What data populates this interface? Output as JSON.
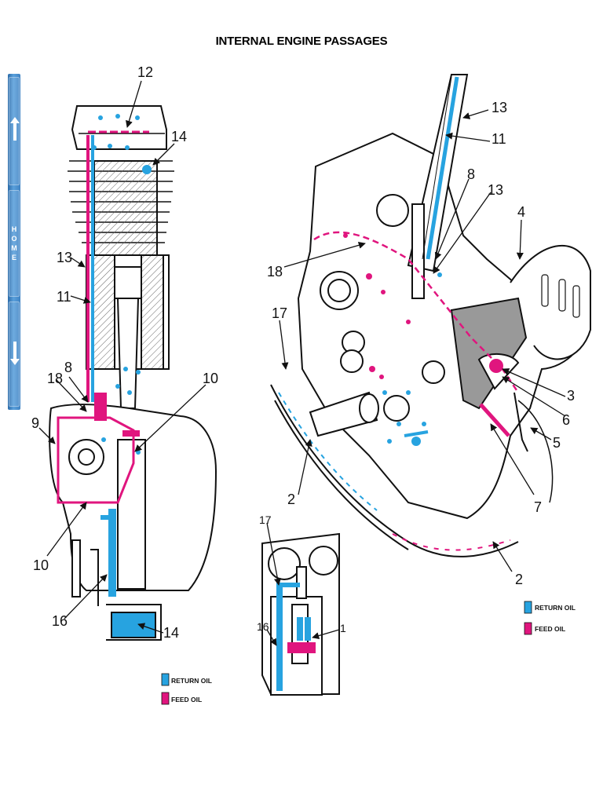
{
  "title": "INTERNAL ENGINE PASSAGES",
  "nav": {
    "home_letters": [
      "H",
      "O",
      "M",
      "E"
    ]
  },
  "colors": {
    "return_oil": "#27a3e0",
    "feed_oil": "#e0157e"
  },
  "legend": {
    "return_label": "RETURN OIL",
    "feed_label": "FEED OIL"
  },
  "left_labels": {
    "l12": "12",
    "l14a": "14",
    "l13": "13",
    "l11": "11",
    "l8": "8",
    "l18": "18",
    "l9": "9",
    "l10a": "10",
    "l10b": "10",
    "l16": "16",
    "l14b": "14"
  },
  "right_labels": {
    "r13a": "13",
    "r11": "11",
    "r8": "8",
    "r13b": "13",
    "r4": "4",
    "r18": "18",
    "r17": "17",
    "r3": "3",
    "r6": "6",
    "r5": "5",
    "r2a": "2",
    "r7": "7",
    "r2b": "2"
  },
  "inset_labels": {
    "i17": "17",
    "i16": "16",
    "i1": "1"
  }
}
